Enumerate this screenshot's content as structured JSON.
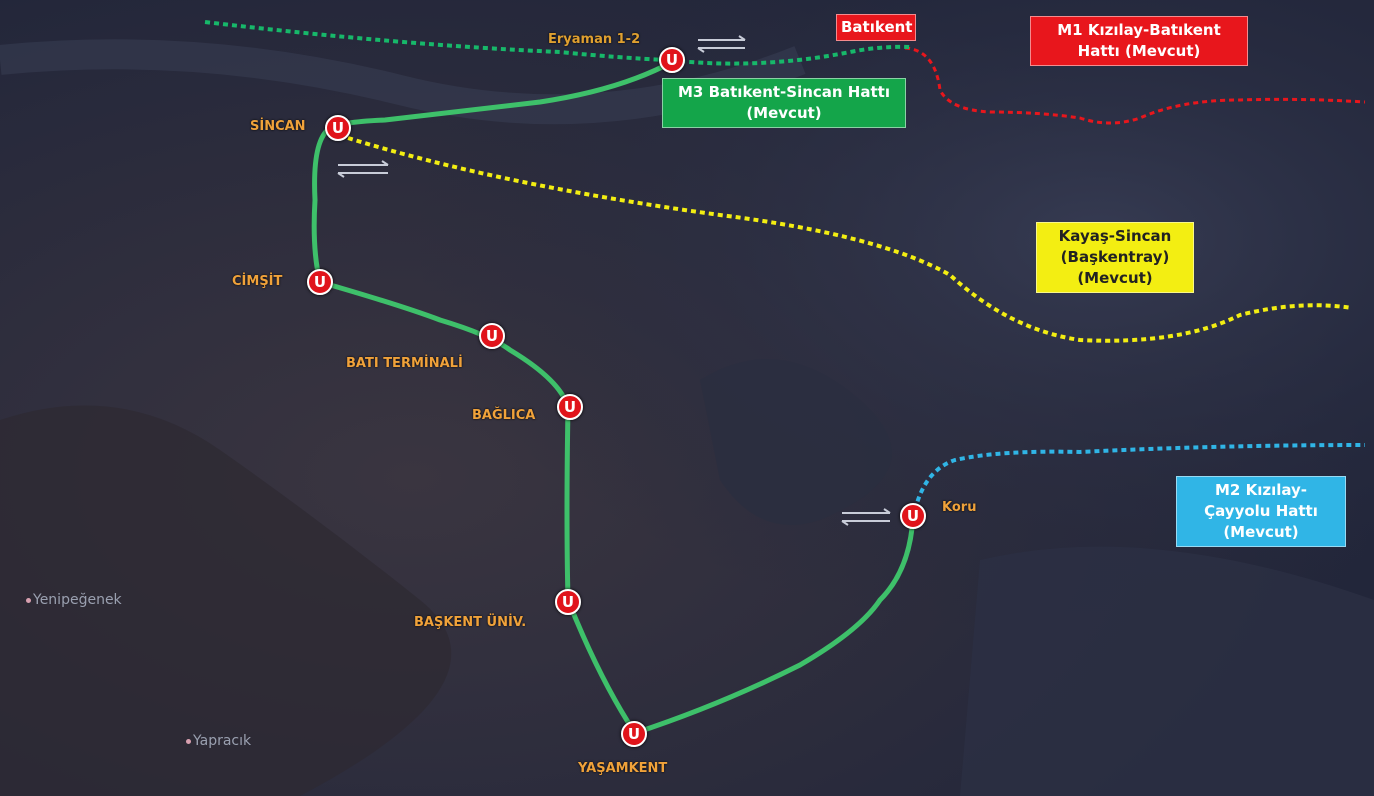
{
  "stations": [
    {
      "id": "eryaman",
      "label": "Eryaman 1-2"
    },
    {
      "id": "sincan",
      "label": "SİNCAN"
    },
    {
      "id": "cimsit",
      "label": "CİMŞİT"
    },
    {
      "id": "bati-terminali",
      "label": "BATI TERMİNALİ"
    },
    {
      "id": "baglica",
      "label": "BAĞLICA"
    },
    {
      "id": "baskent-univ",
      "label": "BAŞKENT ÜNİV."
    },
    {
      "id": "yasamkent",
      "label": "YAŞAMKENT"
    },
    {
      "id": "koru",
      "label": "Koru"
    }
  ],
  "station_marker": "U",
  "lines": {
    "m1": {
      "line1": "M1 Kızılay-Batıkent",
      "line2": "Hattı (Mevcut)",
      "color": "#e8161c"
    },
    "m1_terminus": "Batıkent",
    "m3": {
      "line1": "M3 Batıkent-Sincan Hattı",
      "line2": "(Mevcut)",
      "color": "#14a54a"
    },
    "kayas": {
      "line1": "Kayaş-Sincan",
      "line2": "(Başkentray)",
      "line3": "(Mevcut)",
      "color": "#f3ee12"
    },
    "m2": {
      "line1": "M2 Kızılay-",
      "line2": "Çayyolu Hattı",
      "line3": "(Mevcut)",
      "color": "#30b5e6"
    },
    "proposed_color": "#3ec06a"
  },
  "places": [
    {
      "id": "yenipegenek",
      "label": "Yenipeğenek"
    },
    {
      "id": "yapracik",
      "label": "Yapracık"
    }
  ],
  "icons": [
    "transfer-arrows-icon",
    "metro-station-icon",
    "place-pin-icon"
  ]
}
